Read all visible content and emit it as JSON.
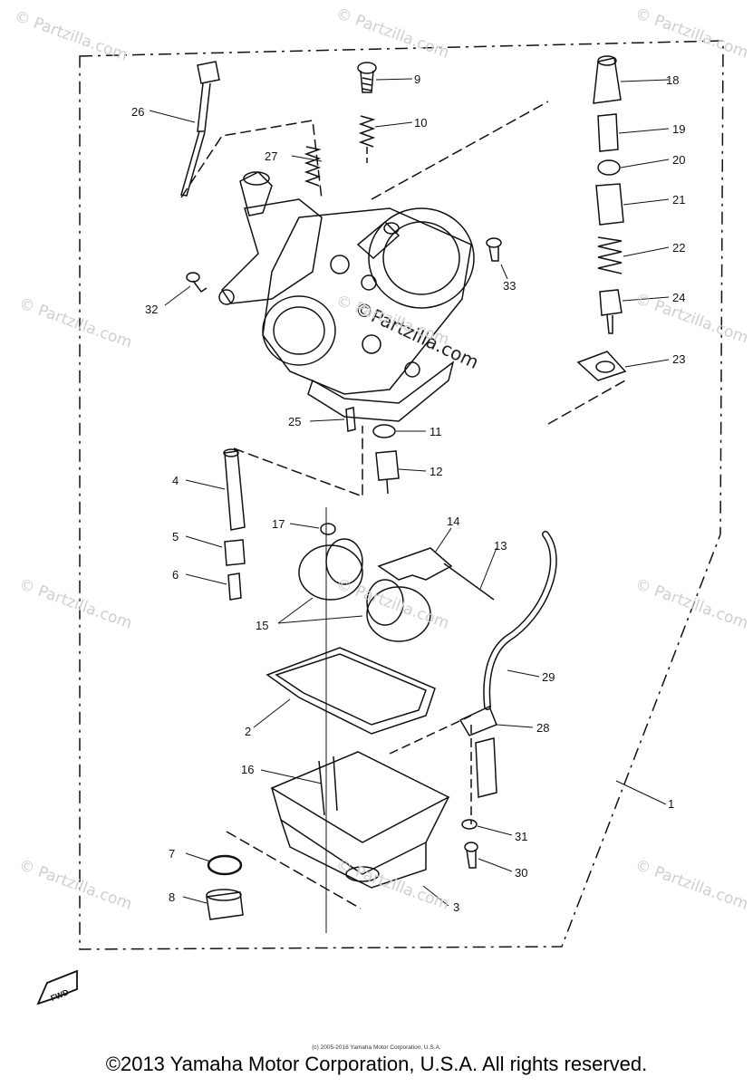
{
  "watermarks": [
    "© Partzilla.com",
    "© Partzilla.com",
    "© Partzilla.com",
    "© Partzilla.com",
    "© Partzilla.com",
    "© Partzilla.com",
    "© Partzilla.com",
    "© Partzilla.com",
    "© Partzilla.com",
    "© Partzilla.com",
    "© Partzilla.com",
    "© Partzilla.com"
  ],
  "center_watermark": "©Partzilla.com",
  "fwd_label": "FWD",
  "part_numbers": [
    "1",
    "2",
    "3",
    "4",
    "5",
    "6",
    "7",
    "8",
    "9",
    "10",
    "11",
    "12",
    "13",
    "14",
    "15",
    "16",
    "17",
    "18",
    "19",
    "20",
    "21",
    "22",
    "23",
    "24",
    "25",
    "26",
    "27",
    "28",
    "29",
    "30",
    "31",
    "32",
    "33"
  ],
  "small_copyright": "(c) 2005-2016 Yamaha Motor Corporation, U.S.A.",
  "copyright": "©2013 Yamaha Motor Corporation, U.S.A. All rights reserved."
}
